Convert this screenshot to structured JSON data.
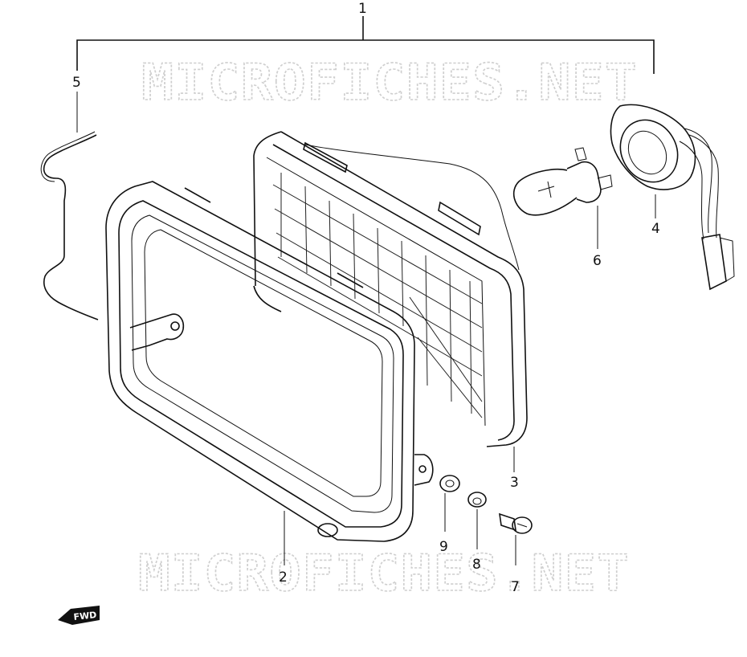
{
  "watermark": {
    "top": "MICROFICHES.NET",
    "bottom": "MICROFICHES.NET"
  },
  "callouts": {
    "assembly": "1",
    "rim": "2",
    "lens_unit": "3",
    "socket": "4",
    "spring": "5",
    "bulb": "6",
    "screw": "7",
    "washer_small": "8",
    "washer_large": "9"
  },
  "direction_badge": "FWD"
}
